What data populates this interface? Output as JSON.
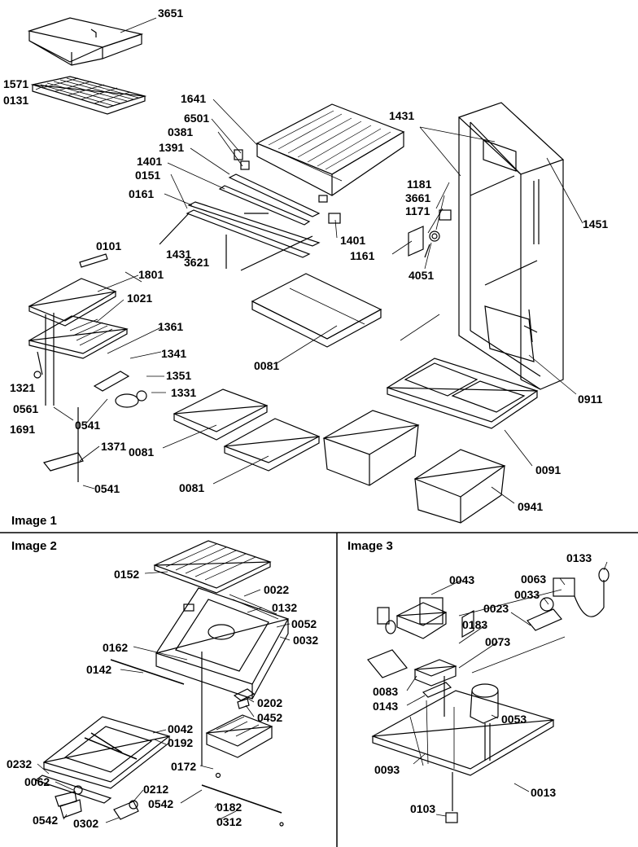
{
  "sections": {
    "image1": "Image 1",
    "image2": "Image 2",
    "image3": "Image 3"
  },
  "image1_labels": [
    "3651",
    "1571",
    "0131",
    "1641",
    "6501",
    "0381",
    "1391",
    "1401",
    "0151",
    "0161",
    "1431",
    "1181",
    "3661",
    "1171",
    "1401",
    "1161",
    "4051",
    "1431",
    "3621",
    "1451",
    "0101",
    "1801",
    "1021",
    "1361",
    "1341",
    "1351",
    "1331",
    "1321",
    "0561",
    "0541",
    "1691",
    "1371",
    "0541",
    "0081",
    "0081",
    "0081",
    "0911",
    "0091",
    "0941"
  ],
  "image2_labels": [
    "0152",
    "0022",
    "0132",
    "0052",
    "0032",
    "0162",
    "0142",
    "0202",
    "0452",
    "0042",
    "0192",
    "0232",
    "0172",
    "0062",
    "0212",
    "0542",
    "0182",
    "0312",
    "0542",
    "0302"
  ],
  "image3_labels": [
    "0133",
    "0063",
    "0043",
    "0033",
    "0023",
    "0183",
    "0073",
    "0083",
    "0143",
    "0053",
    "0093",
    "0013",
    "0103"
  ]
}
